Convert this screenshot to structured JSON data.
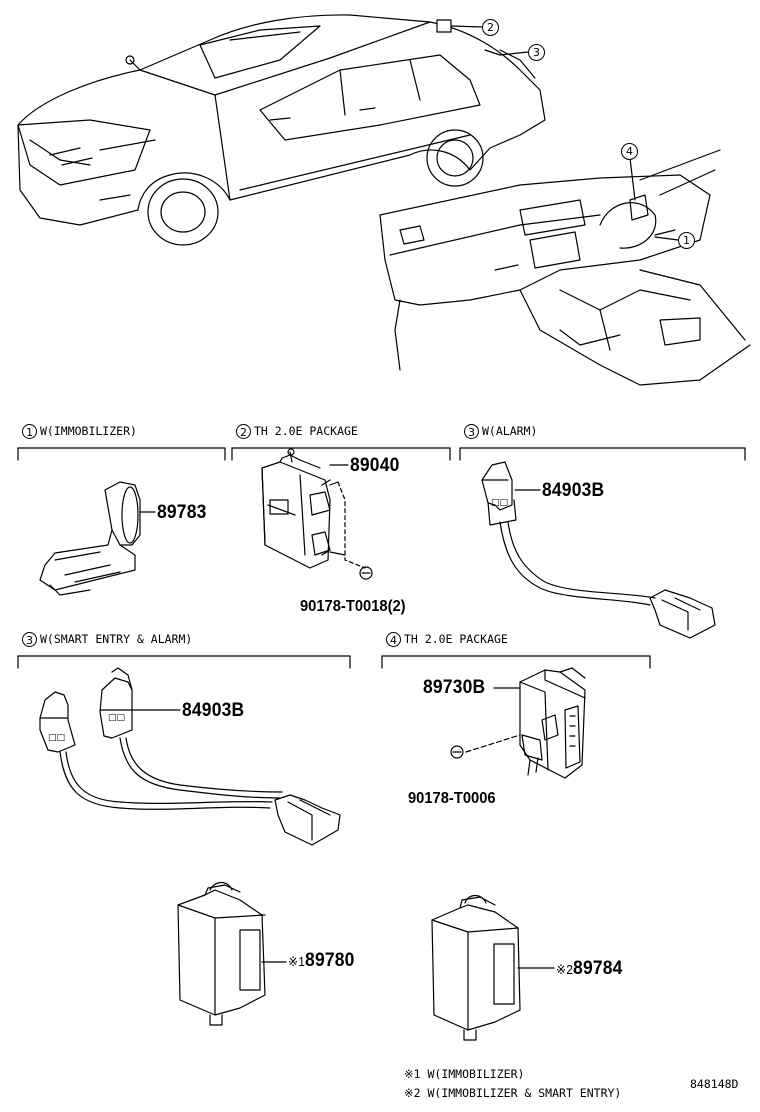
{
  "diagram_code": "848148D",
  "callouts": [
    "1",
    "2",
    "3",
    "4"
  ],
  "sections": [
    {
      "num": "1",
      "label": "W(IMMOBILIZER)"
    },
    {
      "num": "2",
      "label": "TH 2.0E PACKAGE"
    },
    {
      "num": "3",
      "label": "W(ALARM)"
    },
    {
      "num": "3",
      "label": "W(SMART ENTRY & ALARM)"
    },
    {
      "num": "4",
      "label": "TH 2.0E PACKAGE"
    }
  ],
  "parts": {
    "p89783": "89783",
    "p89040": "89040",
    "p90178a": "90178-T0018(2)",
    "p84903b_1": "84903B",
    "p84903b_2": "84903B",
    "p89730b": "89730B",
    "p90178b": "90178-T0006",
    "p89780": "89780",
    "p89784": "89784"
  },
  "marks": {
    "m1": "※1",
    "m2": "※2"
  },
  "footnotes": [
    "※1 W(IMMOBILIZER)",
    "※2 W(IMMOBILIZER & SMART ENTRY)"
  ]
}
